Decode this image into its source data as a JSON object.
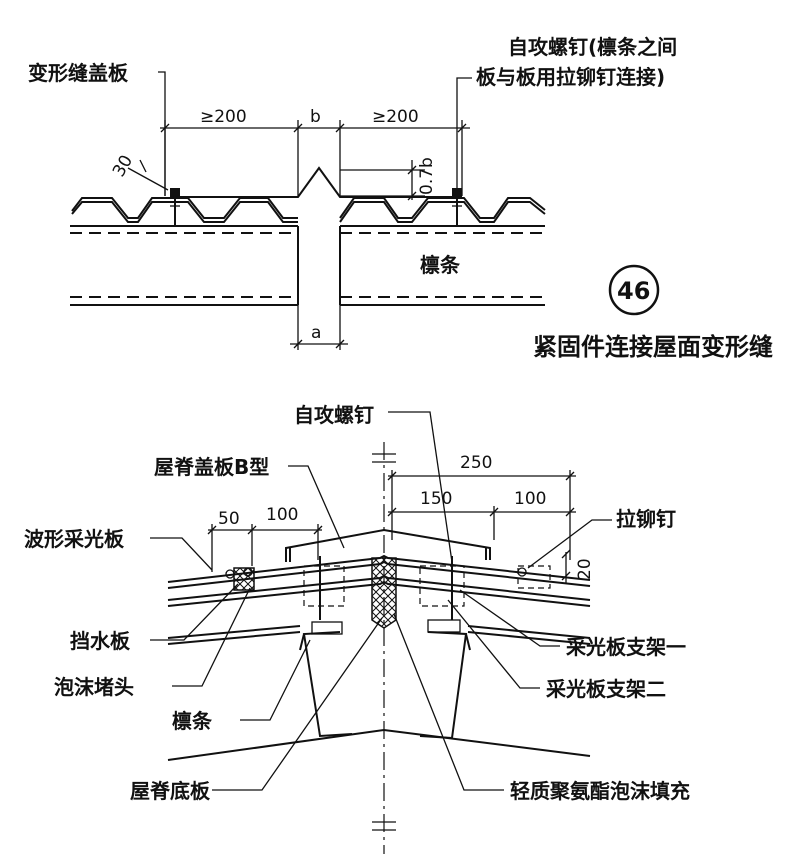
{
  "top_detail": {
    "label_cover_plate": "变形缝盖板",
    "label_screw_line1": "自攻螺钉(檩条之间",
    "label_screw_line2": "板与板用拉铆钉连接)",
    "dim_left": "≥200",
    "dim_b": "b",
    "dim_right": "≥200",
    "dim_30": "30",
    "dim_07b": "0.7b",
    "label_purlin": "檩条",
    "dim_a": "a",
    "detail_number": "46",
    "detail_title": "紧固件连接屋面变形缝"
  },
  "bottom_detail": {
    "label_screw": "自攻螺钉",
    "label_ridge_cover": "屋脊盖板B型",
    "dim_250": "250",
    "dim_150": "150",
    "dim_100_right": "100",
    "dim_50": "50",
    "dim_100_left": "100",
    "label_rivet": "拉铆钉",
    "dim_20": "20",
    "label_corrugated_panel": "波形采光板",
    "label_water_stop": "挡水板",
    "label_foam_plug": "泡沫堵头",
    "label_purlin": "檩条",
    "label_ridge_base": "屋脊底板",
    "label_support_1": "采光板支架一",
    "label_support_2": "采光板支架二",
    "label_foam_fill": "轻质聚氨酯泡沫填充"
  }
}
